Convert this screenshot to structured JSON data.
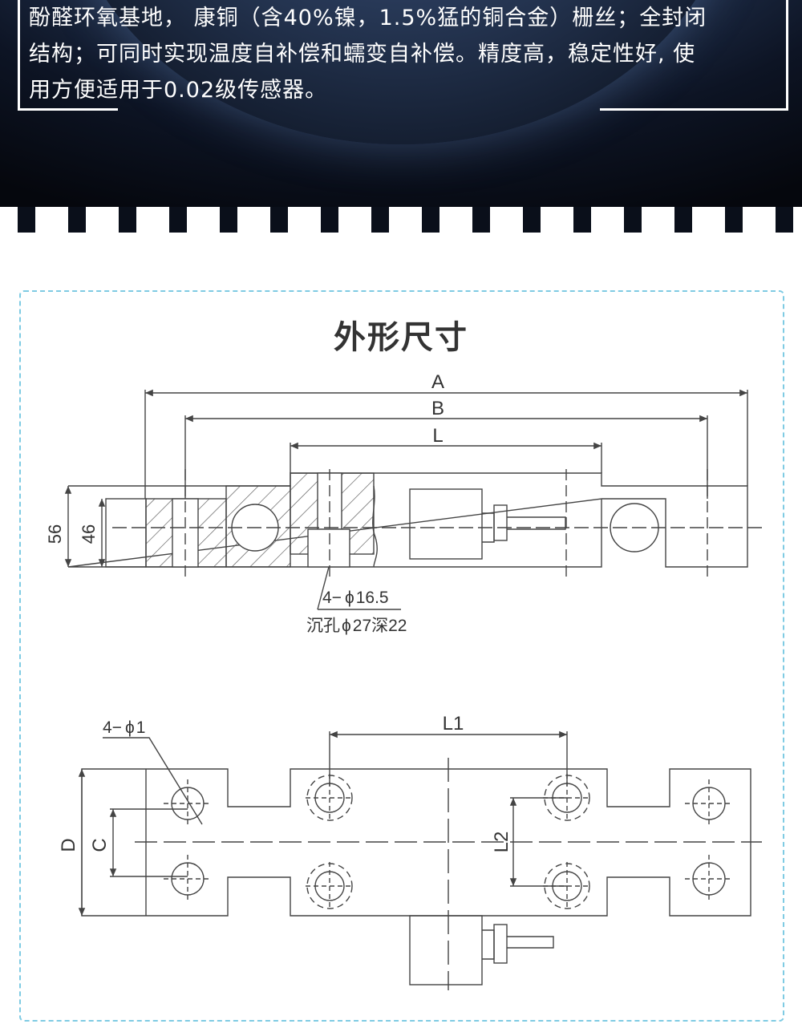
{
  "banner": {
    "description_lines": [
      "酚醛环氧基地， 康铜（含40%镍，1.5%猛的铜合金）栅丝；全封闭",
      "结构；可同时实现温度自补偿和蠕变自补偿。精度高，稳定性好, 使",
      "用方便适用于0.02级传感器。"
    ]
  },
  "section": {
    "title": "外形尺寸"
  },
  "diagram": {
    "side_view": {
      "dim_A": "A",
      "dim_B": "B",
      "dim_L": "L",
      "dim_height_outer": "56",
      "dim_height_inner": "46",
      "hole_note_line1": "4−",
      "hole_note_line1_value": "16.5",
      "hole_note_line2_prefix": "沉孔",
      "hole_note_line2_value": "27深22",
      "phi": "ϕ"
    },
    "top_view": {
      "hole_note": "4−",
      "hole_note_value": "1",
      "phi": "ϕ",
      "dim_L1": "L1",
      "dim_L2": "L2",
      "dim_C": "C",
      "dim_D": "D"
    }
  },
  "colors": {
    "line": "#444444",
    "frame": "#7fcbe3",
    "banner_dark": "#0d1424"
  }
}
